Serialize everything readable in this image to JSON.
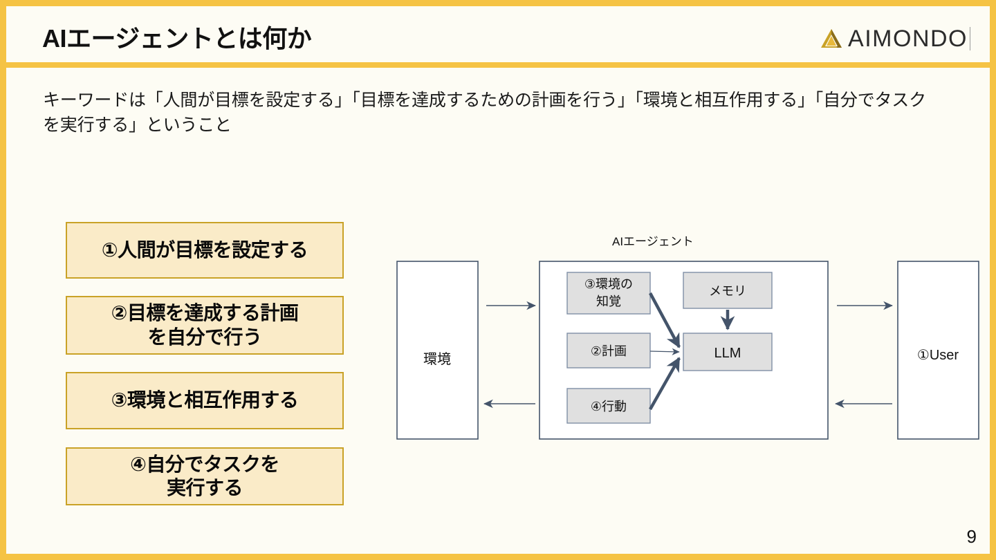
{
  "slide": {
    "title": "AIエージェントとは何か",
    "page_number": "9",
    "accent_color": "#F5C344",
    "background_color": "#FDFCF4",
    "box_fill_color": "#FAEBC8",
    "box_border_color": "#C9A227",
    "diagram_line_color": "#44546A",
    "diagram_box_fill": "#E0E0E0"
  },
  "logo": {
    "wordmark": "AIMONDO",
    "mark_name": "aimondo-triangle-logo"
  },
  "lead": {
    "text": "キーワードは「人間が目標を設定する」「目標を達成するための計画を行う」「環境と相互作用する」「自分でタスクを実行する」ということ"
  },
  "steps": [
    {
      "label": "①人間が目標を設定する"
    },
    {
      "label": "②目標を達成する計画\nを自分で行う"
    },
    {
      "label": "③環境と相互作用する"
    },
    {
      "label": "④自分でタスクを\n実行する"
    }
  ],
  "diagram": {
    "caption": "AIエージェント",
    "environment_label": "環境",
    "user_label": "①User",
    "llm_label": "LLM",
    "memory_label": "メモリ",
    "perception_label_line1": "③環境の",
    "perception_label_line2": "知覚",
    "plan_label": "②計画",
    "action_label": "④行動"
  }
}
